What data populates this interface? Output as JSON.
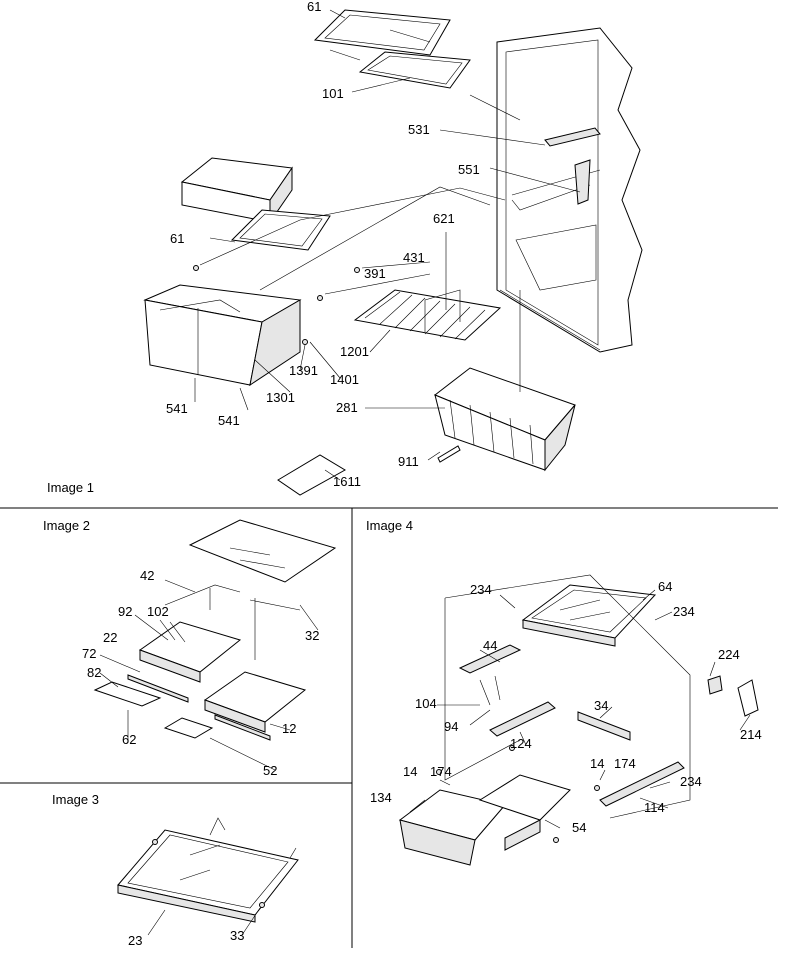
{
  "panels": {
    "image1": "Image 1",
    "image2": "Image 2",
    "image3": "Image 3",
    "image4": "Image 4"
  },
  "labels": {
    "i1": [
      "61",
      "101",
      "531",
      "551",
      "61",
      "621",
      "431",
      "391",
      "1201",
      "1391",
      "1401",
      "541",
      "541",
      "1301",
      "281",
      "911",
      "1611"
    ],
    "i2": [
      "42",
      "92",
      "102",
      "32",
      "22",
      "72",
      "82",
      "62",
      "12",
      "52"
    ],
    "i3": [
      "23",
      "33"
    ],
    "i4": [
      "234",
      "64",
      "234",
      "224",
      "44",
      "104",
      "34",
      "94",
      "124",
      "214",
      "14",
      "174",
      "14",
      "174",
      "234",
      "134",
      "114",
      "54"
    ]
  }
}
